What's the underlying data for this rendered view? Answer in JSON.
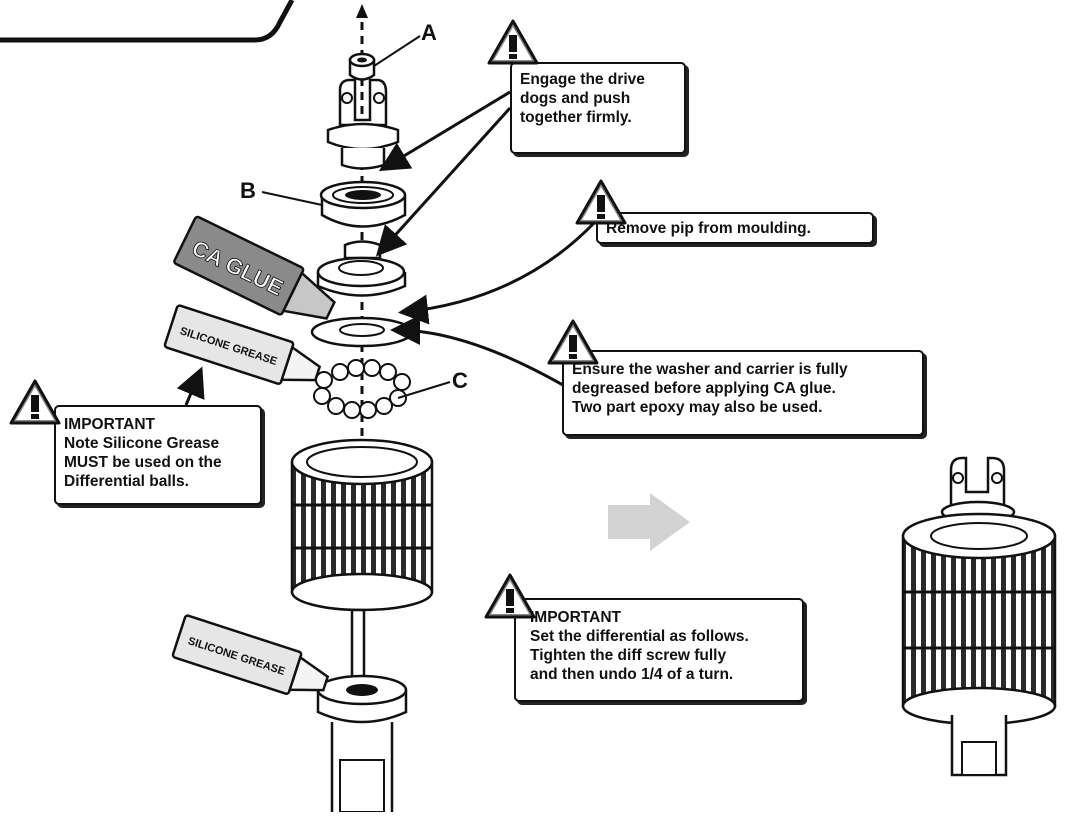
{
  "part_labels": {
    "a": "A",
    "b": "B",
    "c": "C"
  },
  "tubes": {
    "ca_glue": "CA GLUE",
    "silicone_top": "SILICONE GREASE",
    "silicone_bottom": "SILICONE GREASE"
  },
  "notes": {
    "drive_dogs": [
      "Engage the drive",
      "dogs and push",
      "together firmly."
    ],
    "pip": [
      "Remove pip from moulding."
    ],
    "washer": [
      "Ensure the washer and carrier is fully",
      "degreased before applying CA glue.",
      "Two part epoxy may also be used."
    ],
    "grease_important": [
      "IMPORTANT",
      "Note Silicone Grease",
      "MUST be used on the",
      "Differential balls."
    ],
    "diff_important": [
      "IMPORTANT",
      "Set the differential as follows.",
      "Tighten the diff screw fully",
      "and then undo 1/4 of a turn."
    ]
  },
  "icons": {
    "warning": "warning-triangle-icon",
    "arrow": "result-arrow-icon"
  },
  "colors": {
    "ink": "#111111",
    "tube_ca": "#8a8a8a",
    "tube_grease": "#e6e6e6",
    "arrow_grey": "#d3d3d3"
  }
}
